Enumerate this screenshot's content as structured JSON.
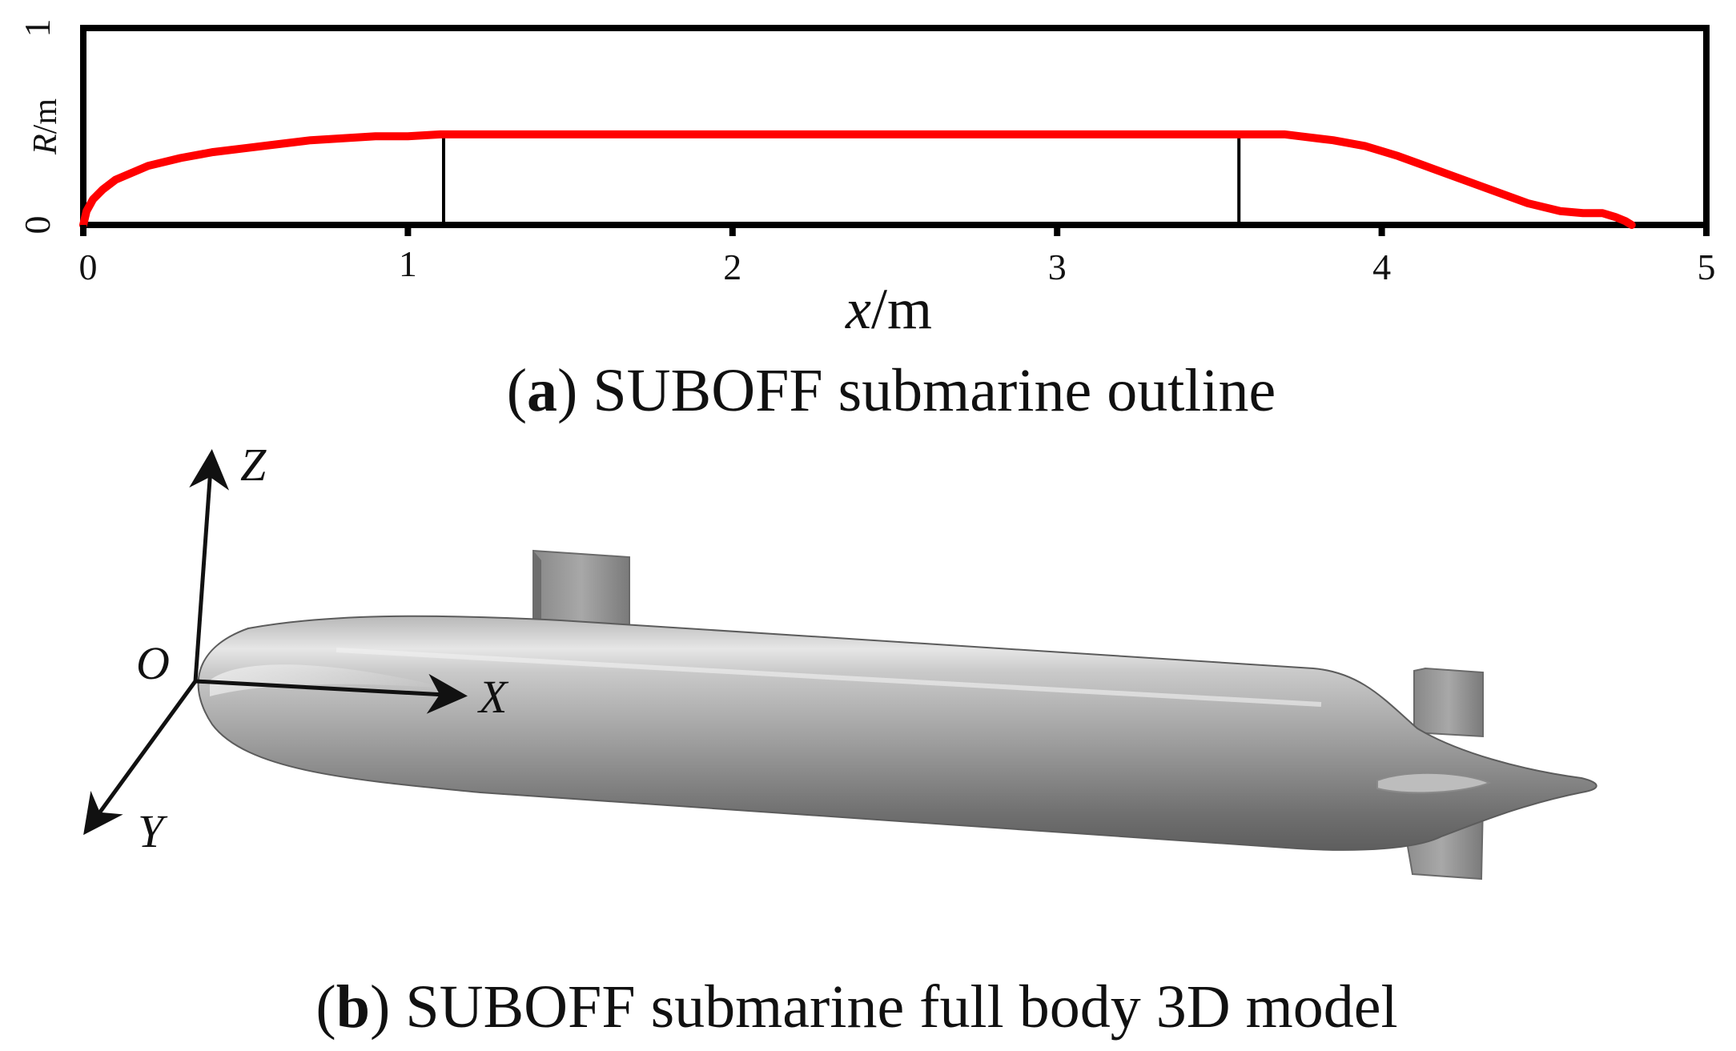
{
  "chart_data": {
    "type": "line",
    "xlabel_var": "x",
    "xlabel_unit": "/m",
    "ylabel_var": "R",
    "ylabel_unit": "/m",
    "xlim": [
      0,
      5
    ],
    "ylim": [
      0,
      1
    ],
    "x_ticks": [
      "0",
      "1",
      "2",
      "3",
      "4",
      "5"
    ],
    "y_ticks": [
      "0",
      "1"
    ],
    "grid": false,
    "series": [
      {
        "color": "#ff0000",
        "x": [
          0,
          0.01,
          0.03,
          0.06,
          0.1,
          0.2,
          0.3,
          0.4,
          0.5,
          0.6,
          0.7,
          0.8,
          0.9,
          1.0,
          1.1,
          1.5,
          2.0,
          2.5,
          3.0,
          3.5,
          3.6,
          3.7,
          3.75,
          3.85,
          3.95,
          4.05,
          4.15,
          4.25,
          4.35,
          4.45,
          4.55,
          4.62,
          4.68,
          4.72,
          4.75,
          4.77
        ],
        "y": [
          0,
          0.07,
          0.13,
          0.18,
          0.23,
          0.3,
          0.34,
          0.37,
          0.39,
          0.41,
          0.43,
          0.44,
          0.45,
          0.45,
          0.46,
          0.46,
          0.46,
          0.46,
          0.46,
          0.46,
          0.46,
          0.46,
          0.45,
          0.43,
          0.4,
          0.35,
          0.29,
          0.23,
          0.17,
          0.11,
          0.07,
          0.06,
          0.06,
          0.04,
          0.02,
          0.0
        ]
      }
    ],
    "vertical_markers_x": [
      1.11,
      3.56
    ],
    "marker_color": "#000000"
  },
  "captions": {
    "a_letter": "a",
    "a_text": " SUBOFF submarine outline",
    "b_letter": "b",
    "b_text": " SUBOFF submarine full body 3D model"
  },
  "axes3d": {
    "z": "Z",
    "x": "X",
    "y": "Y",
    "origin": "O"
  }
}
